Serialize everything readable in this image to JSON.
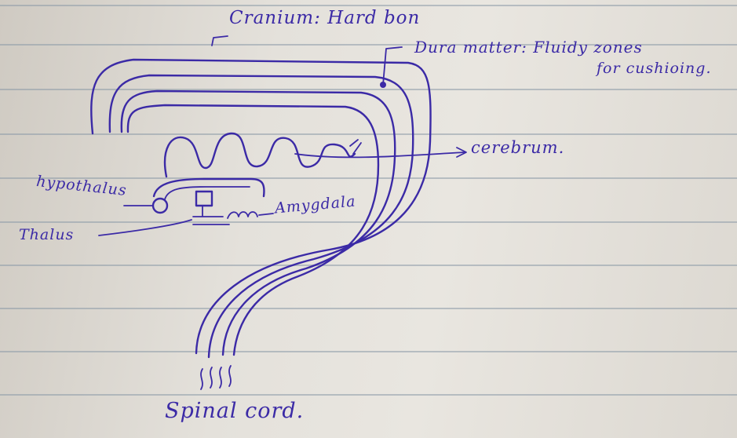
{
  "labels": {
    "cranium": "Cranium: Hard bon",
    "dura_line1": "Dura matter: Fluidy zones",
    "dura_line2": "for cushioing.",
    "cerebrum": "cerebrum.",
    "hypothalamus": "hypothalus",
    "amygdala": "Amygdala",
    "thalamus": "Thalus",
    "spinal_cord": "Spinal cord."
  },
  "colors": {
    "ink": "#3b2aa6",
    "paper": "#e6e3dd",
    "rule": "#8c9aa8"
  }
}
